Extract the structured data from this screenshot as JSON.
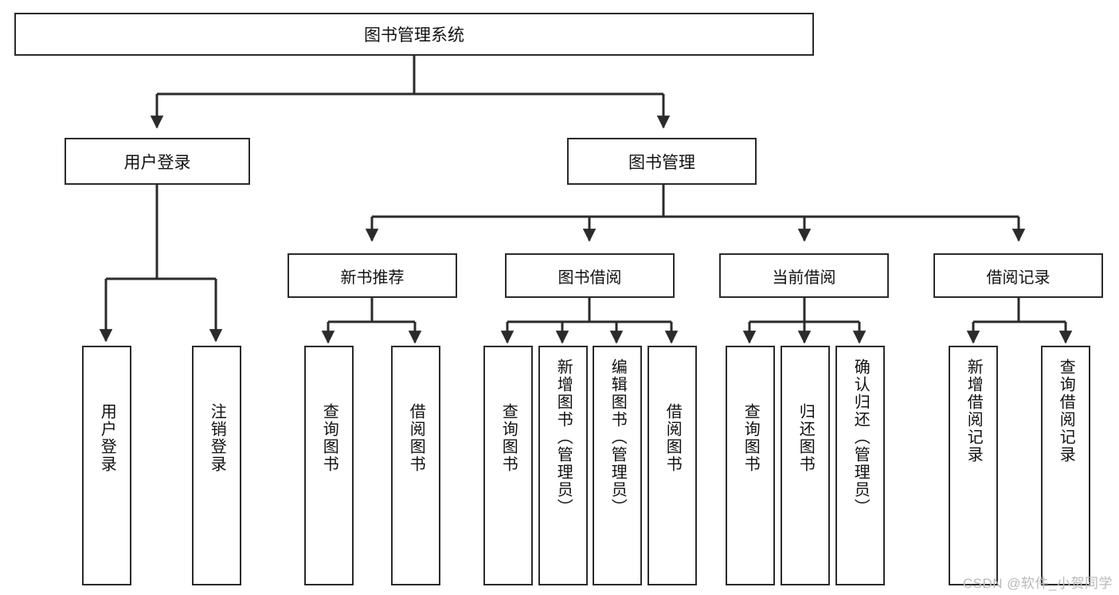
{
  "diagram": {
    "type": "tree-hierarchy-chart",
    "title": "图书管理系统",
    "colors": {
      "background": "#ffffff",
      "box_border": "#2b2b2b",
      "box_fill": "#ffffff",
      "text": "#111111",
      "edge": "#2b2b2b",
      "watermark": "#b9b9b9"
    },
    "root": {
      "label": "图书管理系统"
    },
    "level1": [
      {
        "label": "用户登录"
      },
      {
        "label": "图书管理"
      }
    ],
    "level2": [
      {
        "label": "新书推荐"
      },
      {
        "label": "图书借阅"
      },
      {
        "label": "当前借阅"
      },
      {
        "label": "借阅记录"
      }
    ],
    "leaves": {
      "user_login": [
        {
          "label": "用户登录"
        },
        {
          "label": "注销登录"
        }
      ],
      "new_book_recommend": [
        {
          "label": "查询图书"
        },
        {
          "label": "借阅图书"
        }
      ],
      "book_borrow": [
        {
          "label": "查询图书"
        },
        {
          "label": "新增图书（管理员）"
        },
        {
          "label": "编辑图书（管理员）"
        },
        {
          "label": "借阅图书"
        }
      ],
      "current_borrow": [
        {
          "label": "查询图书"
        },
        {
          "label": "归还图书"
        },
        {
          "label": "确认归还（管理员）"
        }
      ],
      "borrow_record": [
        {
          "label": "新增借阅记录"
        },
        {
          "label": "查询借阅记录"
        }
      ]
    }
  },
  "watermark": {
    "text": "CSDN @软件_小贺同学"
  }
}
